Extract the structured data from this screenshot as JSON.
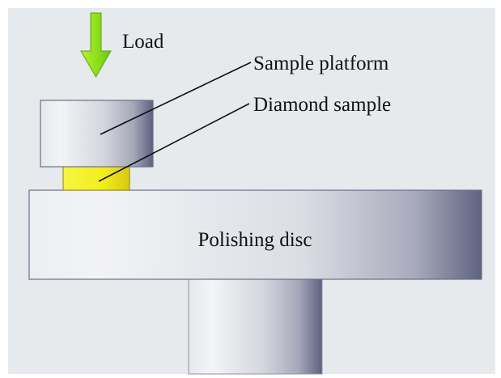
{
  "labels": {
    "load": "Load",
    "sample_platform": "Sample platform",
    "diamond_sample": "Diamond sample",
    "polishing_disc": "Polishing disc"
  },
  "colors": {
    "background_panel": "#e7eaed",
    "metal_light": "#f3f4f6",
    "metal_dark": "#5e6180",
    "diamond_sample": "#f2f025",
    "arrow": "#8fe11c"
  }
}
